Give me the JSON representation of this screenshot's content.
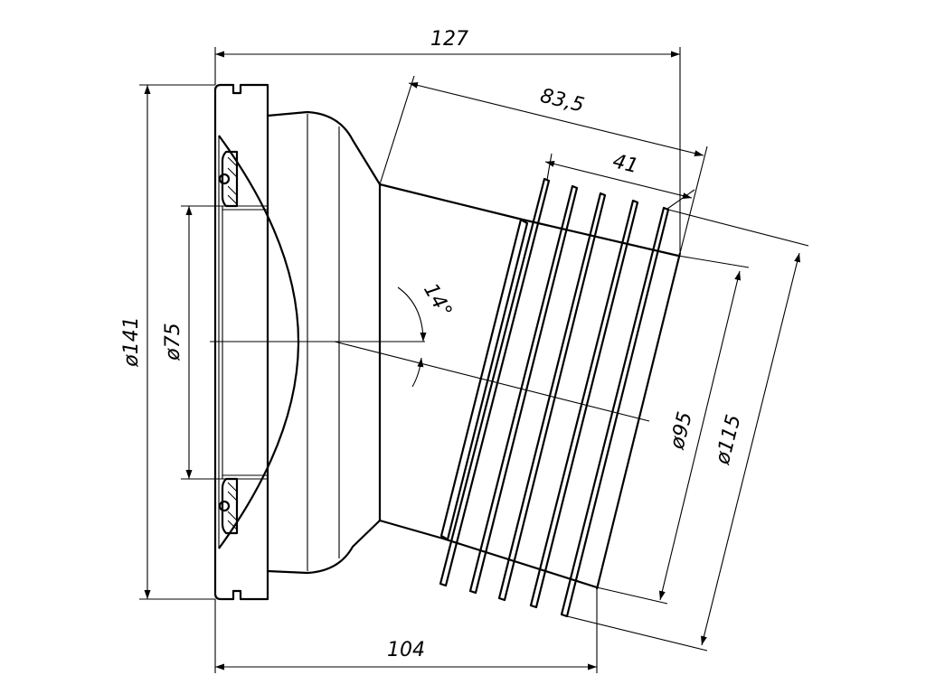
{
  "diagram": {
    "dimensions": {
      "overall_length": "127",
      "socket_length": "83,5",
      "ribbed_length": "41",
      "flange_diameter": "ø141",
      "bore_diameter": "ø75",
      "angle": "14°",
      "socket_inner_diameter": "ø95",
      "socket_outer_diameter": "ø115",
      "base_length": "104"
    }
  }
}
